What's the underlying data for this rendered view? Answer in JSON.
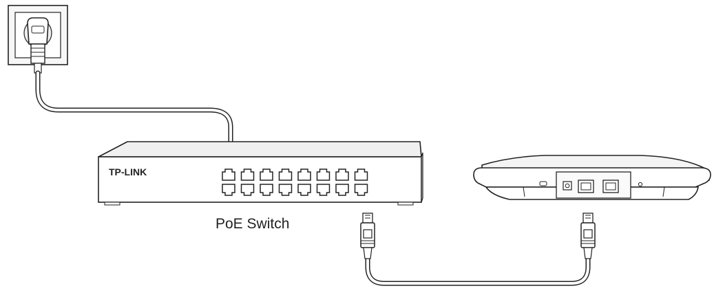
{
  "switch": {
    "brand": "TP-LINK",
    "caption": "PoE Switch",
    "port_count": 16
  },
  "colors": {
    "line": "#222222",
    "device_top": "#f2f2f2",
    "device_front": "#e8e8e8",
    "cable_fill": "#ffffff"
  }
}
